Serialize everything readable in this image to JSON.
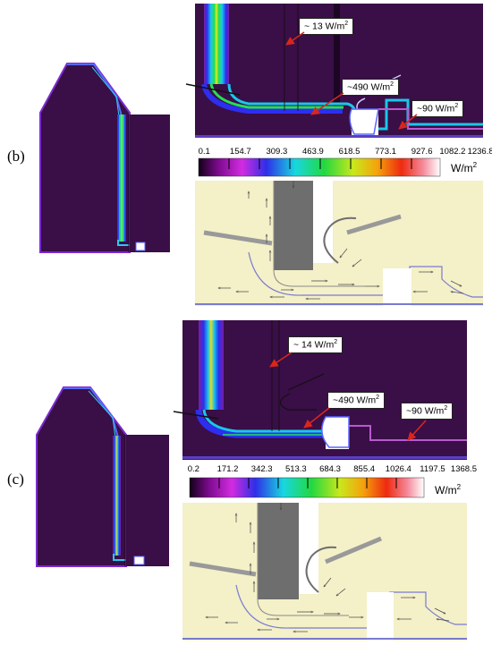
{
  "panels": [
    {
      "label": "(b)",
      "callouts": [
        {
          "text": "~ 13 W/m",
          "sup": "2"
        },
        {
          "text": "~490 W/m",
          "sup": "2"
        },
        {
          "text": "~90 W/m",
          "sup": "2"
        }
      ],
      "colorbar": {
        "ticks": [
          "0.1",
          "154.7",
          "309.3",
          "463.9",
          "618.5",
          "773.1",
          "927.6",
          "1082.2",
          "1236.8"
        ],
        "unit": "W/m",
        "unit_sup": "2"
      }
    },
    {
      "label": "(c)",
      "callouts": [
        {
          "text": "~ 14 W/m",
          "sup": "2"
        },
        {
          "text": "~490 W/m",
          "sup": "2"
        },
        {
          "text": "~90 W/m",
          "sup": "2"
        }
      ],
      "colorbar": {
        "ticks": [
          "0.2",
          "171.2",
          "342.3",
          "513.3",
          "684.3",
          "855.4",
          "1026.4",
          "1197.5",
          "1368.5"
        ],
        "unit": "W/m",
        "unit_sup": "2"
      }
    }
  ],
  "colors": {
    "domain": "#3a0e46",
    "vector_bg": "#f4f0c8",
    "cold_gray": "#6e6e6e"
  }
}
